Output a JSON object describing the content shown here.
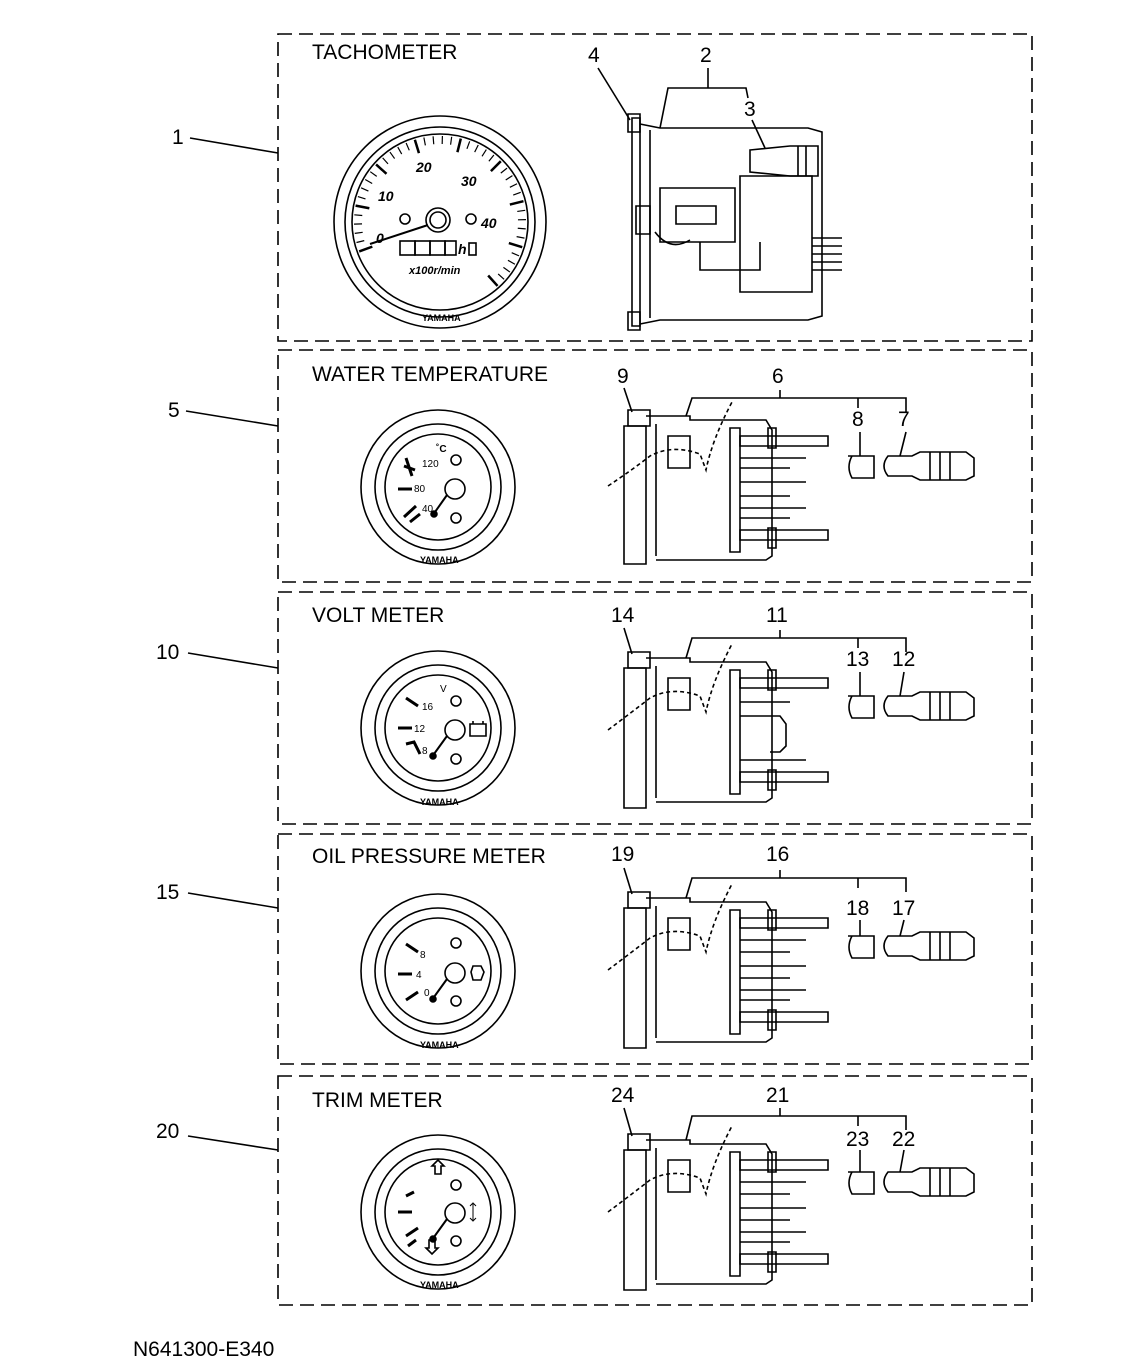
{
  "figure_code": "N641300-E340",
  "brand": "YAMAHA",
  "sections": [
    {
      "id": "tachometer",
      "title": "TACHOMETER",
      "main_callout": "1",
      "callouts": [
        "2",
        "3",
        "4"
      ],
      "dial_labels": [
        "0",
        "10",
        "20",
        "30",
        "40"
      ],
      "unit_label": "x100r/min",
      "hour_marker": "h"
    },
    {
      "id": "water-temperature",
      "title": "WATER TEMPERATURE",
      "main_callout": "5",
      "callouts": [
        "6",
        "7",
        "8",
        "9"
      ],
      "dial_labels": [
        "40",
        "80",
        "120"
      ],
      "unit_label": "˚C"
    },
    {
      "id": "volt-meter",
      "title": "VOLT METER",
      "main_callout": "10",
      "callouts": [
        "11",
        "12",
        "13",
        "14"
      ],
      "dial_labels": [
        "8",
        "12",
        "16"
      ],
      "unit_label": "V"
    },
    {
      "id": "oil-pressure-meter",
      "title": "OIL PRESSURE METER",
      "main_callout": "15",
      "callouts": [
        "16",
        "17",
        "18",
        "19"
      ],
      "dial_labels": [
        "0",
        "4",
        "8"
      ]
    },
    {
      "id": "trim-meter",
      "title": "TRIM METER",
      "main_callout": "20",
      "callouts": [
        "21",
        "22",
        "23",
        "24"
      ]
    }
  ]
}
